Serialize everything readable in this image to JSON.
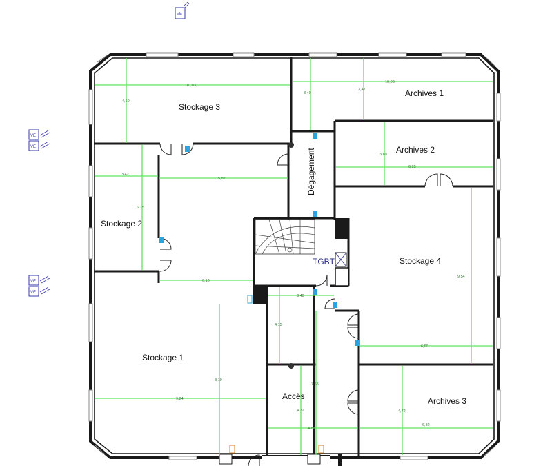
{
  "rooms": {
    "stockage_3": "Stockage 3",
    "archives_1": "Archives 1",
    "archives_2": "Archives 2",
    "degagement": "Dégagement",
    "stockage_2": "Stockage 2",
    "tgbt": "TGBT",
    "stockage_4": "Stockage 4",
    "stockage_1": "Stockage 1",
    "acces": "Accès",
    "archives_3": "Archives 3"
  },
  "dimensions": {
    "s3_width": "10,03",
    "s3_height": "4,60",
    "a1_width": "10,03",
    "a1_h_left": "3,40",
    "a1_h_right": "3,47",
    "a2_height": "3,60",
    "a2_width": "6,25",
    "s2_width": "3,42",
    "s2_height": "6,75",
    "corr_width": "5,87",
    "lower_width": "6,10",
    "s4_height": "9,54",
    "s4_width": "6,60",
    "small_width": "3,43",
    "small_height": "4,15",
    "s1_height": "8,10",
    "s1_width": "9,24",
    "acces_h_right": "7,68",
    "acces_height": "4,72",
    "acces_width": "4,89",
    "a3_height": "4,72",
    "a3_width": "6,82"
  },
  "symbols": {
    "ve_label": "VE"
  }
}
